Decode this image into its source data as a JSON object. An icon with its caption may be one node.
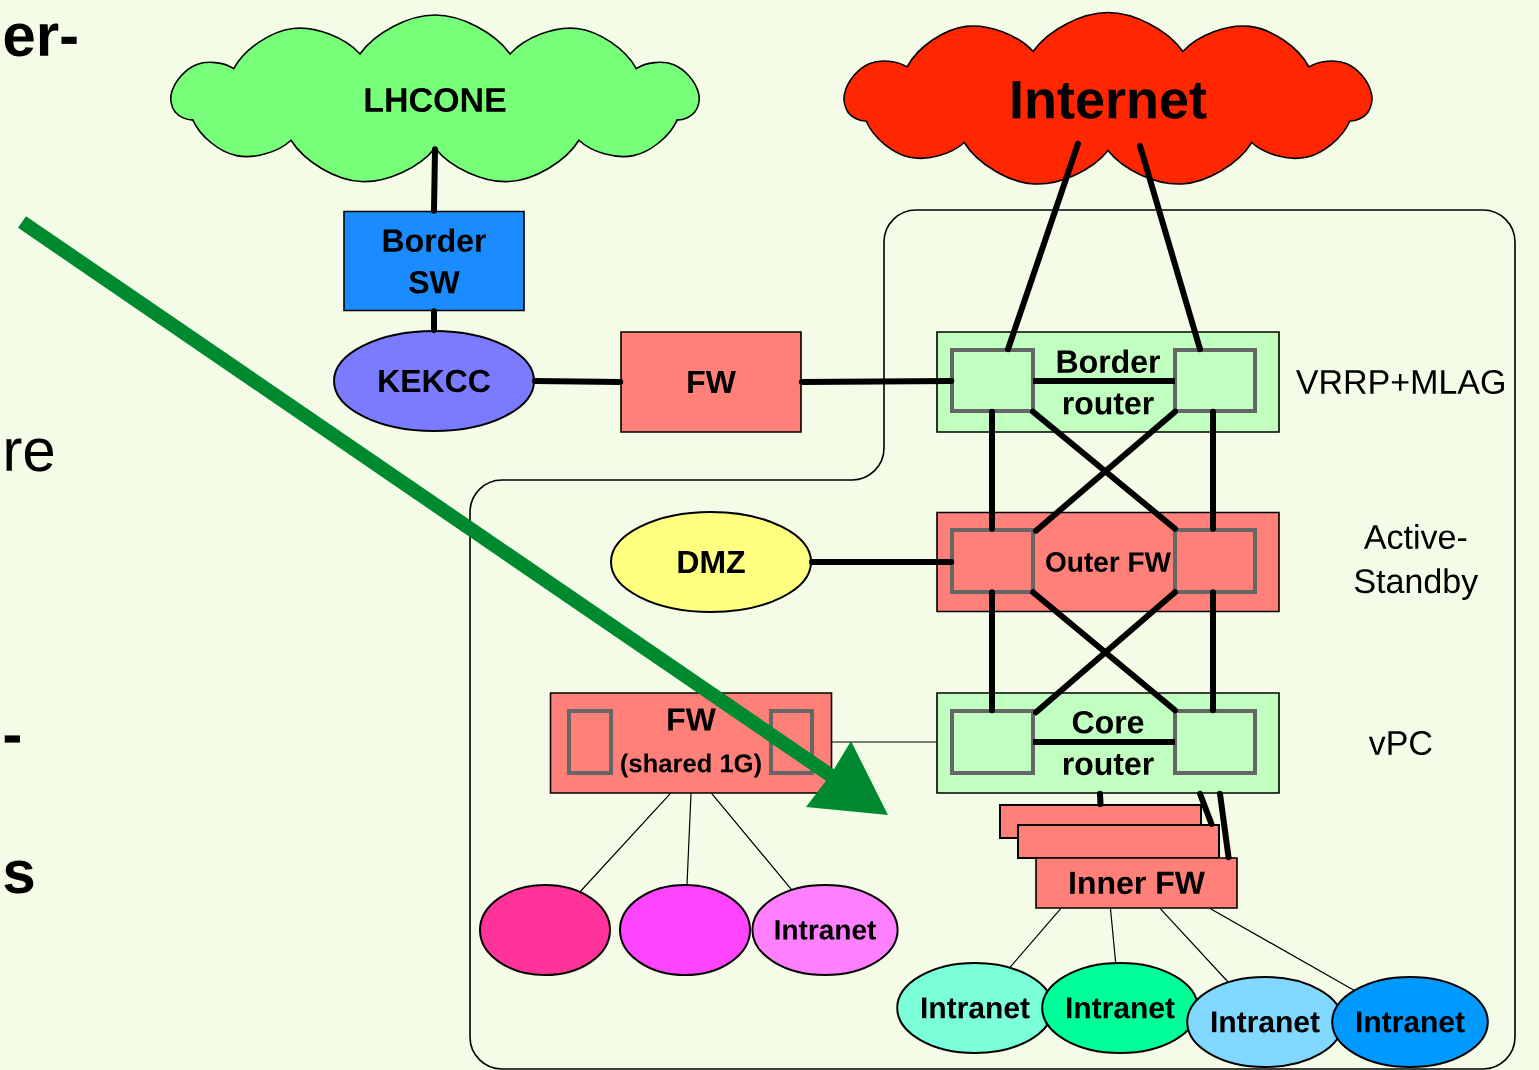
{
  "diagram": {
    "nodes": [
      {
        "text": [
          "LHCONE"
        ]
      },
      {
        "text": [
          "Internet"
        ]
      },
      {
        "text": [],
        "shape": "box"
      },
      {
        "text": [
          "Border SW"
        ]
      },
      {
        "text": [
          "KEKCC"
        ]
      },
      {
        "text": [
          "FW"
        ]
      },
      {
        "text": [
          "Border router"
        ],
        "in": 2,
        "beside": [
          "VRRP+MLAG"
        ]
      },
      {
        "text": [
          "DMZ"
        ],
        "in": 2
      },
      {
        "text": [
          "Outer FW"
        ],
        "in": 2,
        "beside": [
          "Active- Standby"
        ]
      },
      {
        "text": [
          "FW",
          "(shared 1G)"
        ],
        "in": 2
      },
      {
        "text": [
          "Core router"
        ],
        "in": 2,
        "beside": [
          "vPC"
        ]
      },
      {
        "text": [],
        "shape": "box",
        "in": 2
      },
      {
        "text": [],
        "shape": "box",
        "in": 2
      },
      {
        "text": [
          "Inner FW"
        ],
        "in": 2
      },
      {
        "text": [],
        "shape": "ellipse",
        "in": 2
      },
      {
        "text": [],
        "shape": "ellipse",
        "in": 2
      },
      {
        "text": [
          "Intranet"
        ],
        "in": 2
      },
      {
        "text": [
          "Intranet"
        ],
        "in": 2
      },
      {
        "text": [
          "Intranet"
        ],
        "in": 2
      },
      {
        "text": [
          "Intranet"
        ],
        "in": 2
      },
      {
        "text": [
          "Intranet"
        ],
        "in": 2
      }
    ],
    "edges": [
      {
        "from": 0,
        "to": 3,
        "arrow": "none"
      },
      {
        "from": 3,
        "to": 4,
        "arrow": "none"
      },
      {
        "from": 4,
        "to": 5,
        "arrow": "none"
      },
      {
        "from": 5,
        "to": 6,
        "arrow": "none"
      },
      {
        "from": 1,
        "to": 6,
        "arrow": "none"
      },
      {
        "from": 1,
        "to": 6,
        "arrow": "none"
      },
      {
        "from": 7,
        "to": 8,
        "arrow": "none"
      },
      {
        "from": 6,
        "to": 8,
        "arrow": "none"
      },
      {
        "from": 6,
        "to": 8,
        "arrow": "none"
      },
      {
        "from": 6,
        "to": 8,
        "arrow": "none"
      },
      {
        "from": 6,
        "to": 8,
        "arrow": "none"
      },
      {
        "from": 8,
        "to": 10,
        "arrow": "none"
      },
      {
        "from": 8,
        "to": 10,
        "arrow": "none"
      },
      {
        "from": 8,
        "to": 10,
        "arrow": "none"
      },
      {
        "from": 8,
        "to": 10,
        "arrow": "none"
      },
      {
        "from": 9,
        "to": 10,
        "arrow": "none"
      },
      {
        "from": 10,
        "to": 11,
        "arrow": "none"
      },
      {
        "from": 10,
        "to": 12,
        "arrow": "none"
      },
      {
        "from": 10,
        "to": 13,
        "arrow": "none"
      },
      {
        "from": 9,
        "to": 14,
        "arrow": "none"
      },
      {
        "from": 9,
        "to": 15,
        "arrow": "none"
      },
      {
        "from": 9,
        "to": 16,
        "arrow": "none"
      },
      {
        "from": 13,
        "to": 17,
        "arrow": "none"
      },
      {
        "from": 13,
        "to": 18,
        "arrow": "none"
      },
      {
        "from": 13,
        "to": 19,
        "arrow": "none"
      },
      {
        "from": 13,
        "to": 20,
        "arrow": "none"
      }
    ],
    "labels": [
      "er-",
      "re",
      "-",
      "s"
    ]
  }
}
